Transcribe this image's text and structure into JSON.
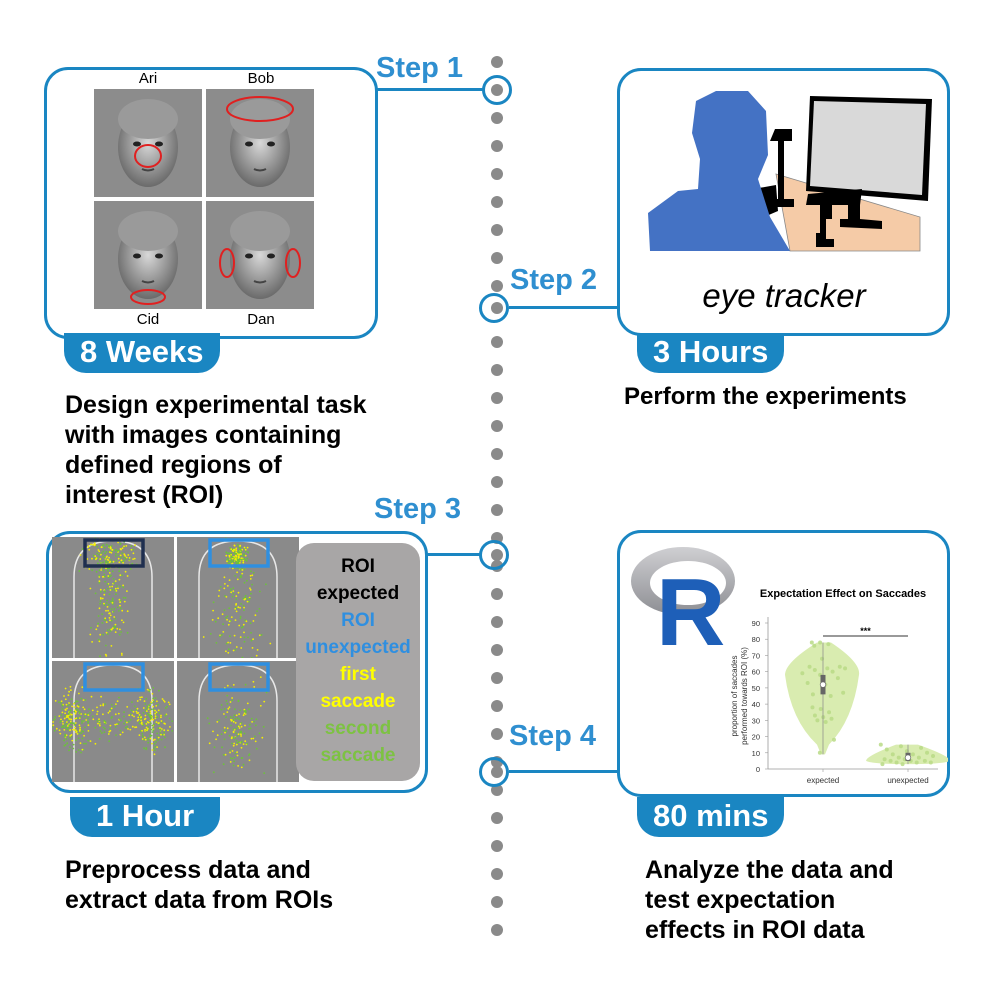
{
  "timeline": {
    "steps": [
      {
        "step_label": "Step 1",
        "duration": "8 Weeks",
        "description": [
          "Design experimental task",
          "with images containing",
          "defined regions of",
          "interest (ROI)"
        ],
        "panel": {
          "faces": [
            {
              "name": "Ari",
              "roi": "nose"
            },
            {
              "name": "Bob",
              "roi": "forehead"
            },
            {
              "name": "Cid",
              "roi": "chin"
            },
            {
              "name": "Dan",
              "roi": "ears"
            }
          ],
          "roi_color": "#e02020"
        }
      },
      {
        "step_label": "Step 2",
        "duration": "3 Hours",
        "description": [
          "Perform the experiments"
        ],
        "panel": {
          "caption": "eye tracker",
          "person_color": "#4472c4",
          "desk_color": "#f5cba7",
          "screen_color": "#d9d9d9"
        }
      },
      {
        "step_label": "Step 3",
        "duration": "1 Hour",
        "description": [
          "Preprocess data and",
          "extract data from ROIs"
        ],
        "panel": {
          "legend": [
            {
              "text": "ROI",
              "color": "#000000"
            },
            {
              "text": "expected",
              "color": "#000000"
            },
            {
              "text": "ROI",
              "color": "#2f8fe0"
            },
            {
              "text": "unexpected",
              "color": "#2f8fe0"
            },
            {
              "text": "first",
              "color": "#ffff00"
            },
            {
              "text": "saccade",
              "color": "#ffff00"
            },
            {
              "text": "second",
              "color": "#7dc242"
            },
            {
              "text": "saccade",
              "color": "#7dc242"
            }
          ],
          "expected_roi_color": "#1f2f4f",
          "unexpected_roi_color": "#2f8fe0"
        }
      },
      {
        "step_label": "Step 4",
        "duration": "80 mins",
        "description": [
          "Analyze the data and",
          "test expectation",
          "effects in ROI data"
        ],
        "panel": {
          "logo_letter": "R"
        }
      }
    ]
  },
  "chart_data": {
    "type": "violin",
    "title": "Expectation Effect on Saccades",
    "xlabel": "",
    "ylabel": "proportion of saccades performed towards ROI (%)",
    "ylabel_lines": [
      "proportion of saccades",
      "performed towards ROI (%)"
    ],
    "categories": [
      "expected",
      "unexpected"
    ],
    "ylim": [
      0,
      90
    ],
    "yticks": [
      0,
      10,
      20,
      30,
      40,
      50,
      60,
      70,
      80,
      90
    ],
    "series": [
      {
        "name": "expected",
        "min": 9,
        "max": 78,
        "median": 52,
        "q1": 46,
        "q3": 58,
        "points": [
          78,
          78,
          77,
          76,
          68,
          63,
          63,
          62,
          62,
          61,
          60,
          59,
          58,
          56,
          53,
          52,
          47,
          46,
          45,
          38,
          37,
          35,
          33,
          32,
          31,
          30,
          29,
          18,
          10
        ]
      },
      {
        "name": "unexpected",
        "min": 3,
        "max": 15,
        "median": 7,
        "q1": 5,
        "q3": 10,
        "points": [
          15,
          14,
          13,
          12,
          11,
          10,
          9,
          9,
          8,
          7,
          7,
          6,
          6,
          5,
          5,
          5,
          4,
          4,
          4,
          3,
          3
        ]
      }
    ],
    "significance": {
      "label": "***",
      "between": [
        "expected",
        "unexpected"
      ]
    },
    "fill_color": "#d9ecb0",
    "point_color": "#b9da86",
    "grid": false
  }
}
